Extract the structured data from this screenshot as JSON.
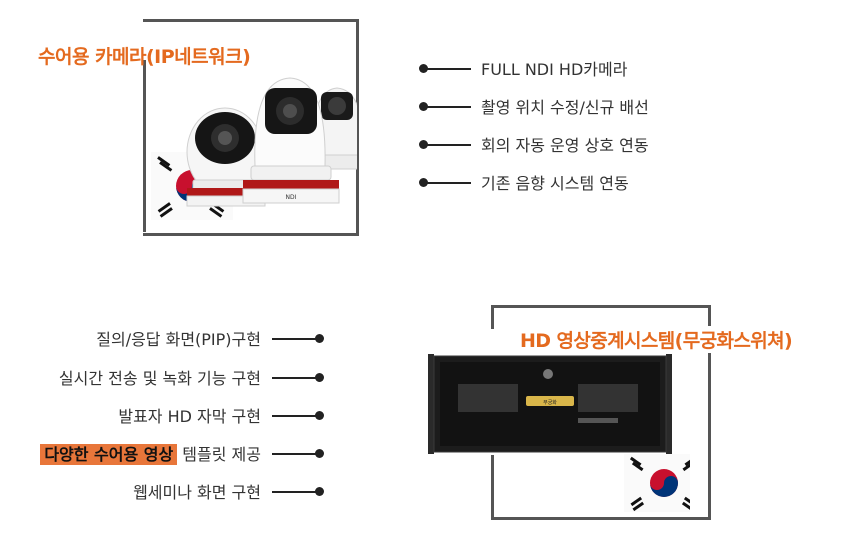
{
  "top": {
    "title": "수어용 카메라(IP네트워크)",
    "features": [
      "FULL NDI HD카메라",
      "촬영 위치 수정/신규 배선",
      "회의 자동 운영 상호 연동",
      "기존 음향 시스템 연동"
    ]
  },
  "bottom": {
    "title": "HD 영상중계시스템(무궁화스위쳐)",
    "features": [
      {
        "text": "질의/응답 화면(PIP)구현"
      },
      {
        "text": "실시간 전송 및 녹화 기능 구현"
      },
      {
        "text": "발표자 HD 자막 구현"
      },
      {
        "highlight": "다양한 수어용 영상",
        "text": " 템플릿 제공"
      },
      {
        "text": "웹세미나 화면 구현"
      }
    ]
  },
  "colors": {
    "accent": "#e46a1f",
    "highlight_bg": "#e8763a",
    "frame": "#555555"
  }
}
